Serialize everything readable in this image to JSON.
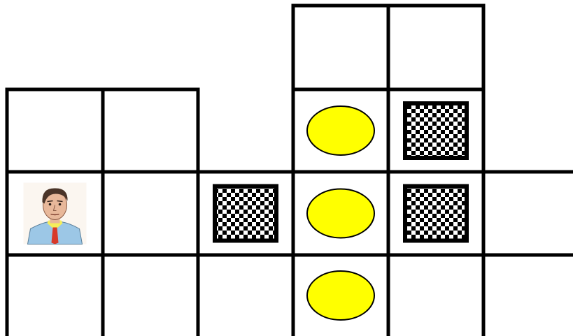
{
  "board": {
    "colors": {
      "background": "#ffffff",
      "grid_line": "#000000",
      "ball": "#ffff00",
      "ball_outline": "#000000",
      "checker_light": "#ffffff",
      "checker_dark": "#000000",
      "skin": "#e8b89a",
      "shirt": "#9cc7e6",
      "collar": "#f5ee5a",
      "tie": "#d83a2a",
      "hair": "#4a3428"
    },
    "player": {
      "row": 1,
      "col": 0,
      "icon": "man-portrait-icon"
    },
    "goals": [
      {
        "row": 0,
        "col": 3,
        "icon": "yellow-ball-icon"
      },
      {
        "row": 1,
        "col": 3,
        "icon": "yellow-ball-icon"
      },
      {
        "row": 2,
        "col": 3,
        "icon": "yellow-ball-icon"
      }
    ],
    "boxes": [
      {
        "row": 0,
        "col": 4,
        "icon": "checkered-box-icon"
      },
      {
        "row": 1,
        "col": 2,
        "icon": "checkered-box-icon"
      },
      {
        "row": 1,
        "col": 4,
        "icon": "checkered-box-icon"
      }
    ]
  }
}
